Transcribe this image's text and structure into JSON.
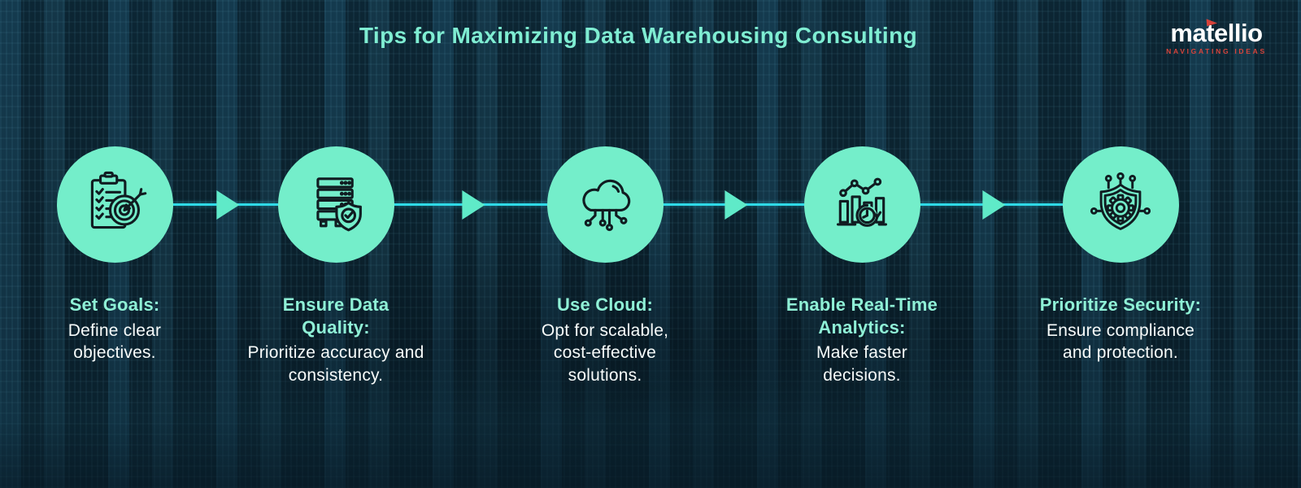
{
  "header": {
    "title": "Tips for Maximizing Data Warehousing Consulting"
  },
  "logo": {
    "brand": "matellio",
    "tagline": "NAVIGATING IDEAS"
  },
  "colors": {
    "background": "#0b2430",
    "circle_fill": "#74eeca",
    "main_title": "#7fedd2",
    "step_title": "#8ff0d6",
    "body_text": "#f7fbfa",
    "connector_line": "#2fd9e6",
    "arrow_head": "#5feac8",
    "icon_stroke": "#101c21",
    "logo_accent": "#d8423a"
  },
  "steps": [
    {
      "icon": "clipboard-checklist-target-icon",
      "title": "Set Goals:",
      "description": "Define clear objectives."
    },
    {
      "icon": "database-server-shield-icon",
      "title": "Ensure Data Quality:",
      "description": "Prioritize accuracy and consistency."
    },
    {
      "icon": "cloud-computing-icon",
      "title": "Use Cloud:",
      "description": "Opt for scalable, cost-effective solutions."
    },
    {
      "icon": "realtime-analytics-clock-icon",
      "title": "Enable Real-Time Analytics:",
      "description": "Make faster decisions."
    },
    {
      "icon": "shield-gear-security-icon",
      "title": "Prioritize Security:",
      "description": "Ensure compliance and protection."
    }
  ]
}
